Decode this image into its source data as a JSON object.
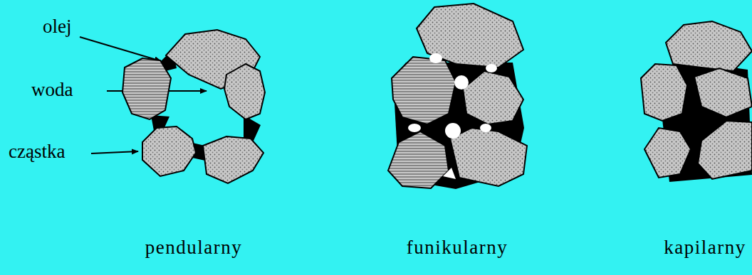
{
  "diagram": {
    "labels": [
      "olej",
      "woda",
      "cząstka",
      "pendularny",
      "funikularny",
      "kapilarny"
    ]
  }
}
